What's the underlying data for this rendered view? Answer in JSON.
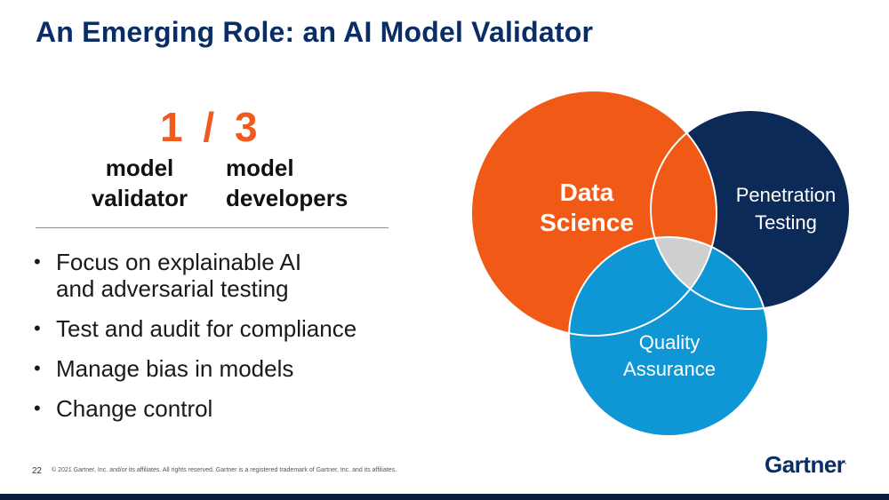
{
  "slide": {
    "title": "An Emerging Role: an AI Model Validator",
    "ratio": {
      "left": "1",
      "sep": "/",
      "right": "3"
    },
    "left_label": [
      "model",
      "validator"
    ],
    "right_label": [
      "model",
      "developers"
    ],
    "bullets": [
      [
        "Focus on explainable AI",
        "and adversarial testing"
      ],
      [
        "Test and audit for compliance"
      ],
      [
        "Manage bias in models"
      ],
      [
        "Change control"
      ]
    ],
    "page_number": "22",
    "copyright": "© 2021 Gartner, Inc. and/or its affiliates. All rights reserved. Gartner is a registered trademark of Gartner, Inc. and its affiliates.",
    "logo": "Gartner",
    "logo_mark": "."
  },
  "venn": {
    "circles": [
      {
        "label": [
          "Data",
          "Science"
        ],
        "color": "#f15a16"
      },
      {
        "label": [
          "Penetration",
          "Testing"
        ],
        "color": "#0c2a57"
      },
      {
        "label": [
          "Quality",
          "Assurance"
        ],
        "color": "#0f96d4"
      }
    ],
    "overlap_color": "#cfcfcf"
  },
  "colors": {
    "title": "#0b2d66",
    "accent": "#f15a1f",
    "footer_bar": "#0a1c40"
  }
}
